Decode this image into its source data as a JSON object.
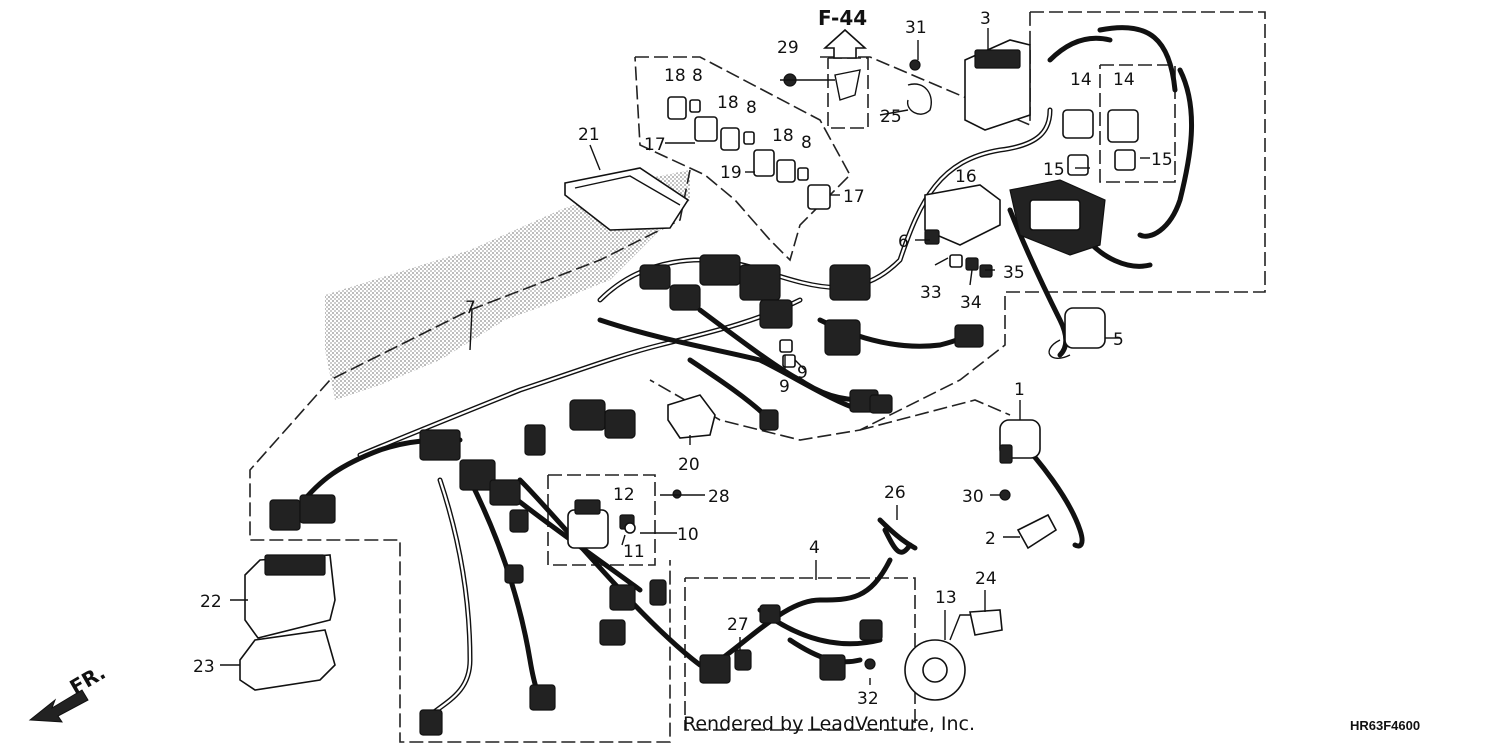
{
  "diagram": {
    "reference_link": "F-44",
    "front_marker": "FR.",
    "credit": "Rendered by LeadVenture, Inc.",
    "diagram_code": "HR63F4600",
    "callouts": [
      "1",
      "2",
      "3",
      "4",
      "5",
      "6",
      "7",
      "8",
      "8",
      "8",
      "9",
      "9",
      "10",
      "11",
      "12",
      "13",
      "14",
      "14",
      "15",
      "15",
      "16",
      "17",
      "17",
      "18",
      "18",
      "18",
      "19",
      "20",
      "21",
      "22",
      "23",
      "24",
      "25",
      "26",
      "27",
      "28",
      "29",
      "30",
      "31",
      "32",
      "33",
      "34",
      "35"
    ]
  }
}
